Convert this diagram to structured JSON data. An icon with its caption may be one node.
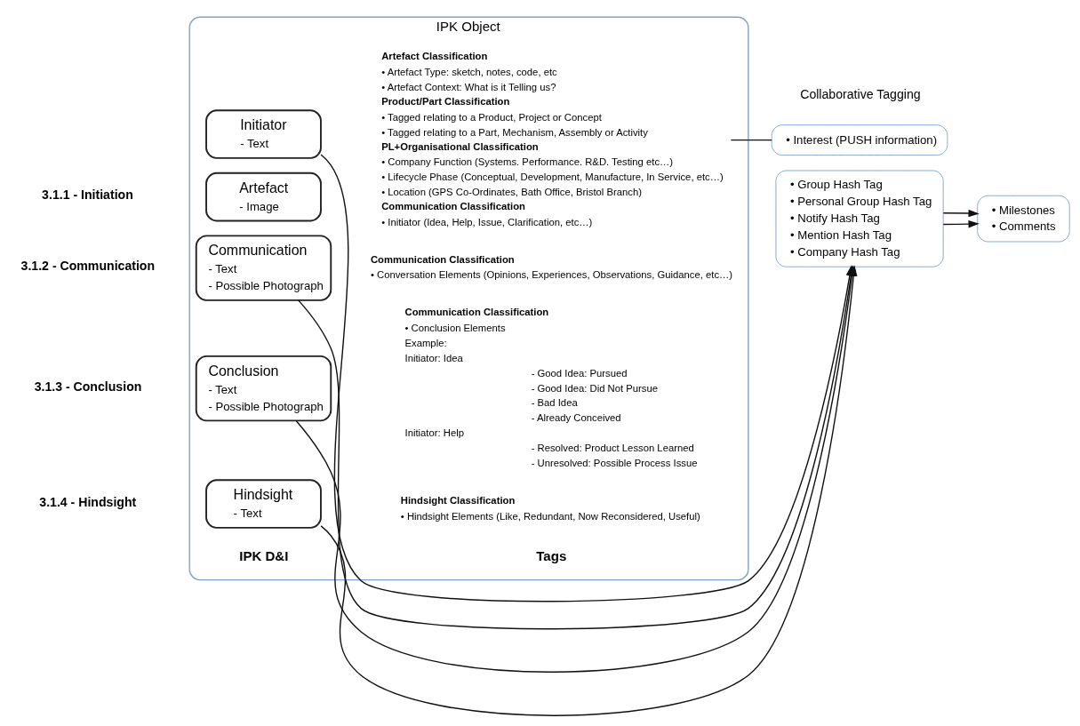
{
  "diagram": {
    "nodes": [
      {
        "text": [
          "IPK Object"
        ]
      },
      {
        "text": [
          "Artefact Classification",
          "• Artefact Type: sketch, notes, code, etc",
          "• Artefact Context: What is it Telling us?",
          "Product/Part Classification",
          "• Tagged relating to a Product, Project or Concept",
          "• Tagged relating to a Part, Mechanism, Assembly or Activity",
          "PL+Organisational Classification",
          "• Company Function (Systems. Performance. R&D. Testing etc…)",
          "• Lifecycle Phase (Conceptual, Development, Manufacture, In Service, etc…)",
          "• Location (GPS Co-Ordinates, Bath Office, Bristol Branch)",
          "Communication Classification",
          "• Initiator (Idea, Help, Issue, Clarification, etc…)"
        ],
        "in": 0
      },
      {
        "text": [
          "Artefact",
          "- Image"
        ],
        "in": 0
      },
      {
        "text": [
          "Initiator",
          "- Text"
        ],
        "in": 0
      },
      {
        "text": [
          "Communication",
          "- Text",
          "- Possible Photograph"
        ],
        "in": 0
      },
      {
        "text": [
          "Conclusion",
          "- Text",
          "- Possible Photograph"
        ],
        "in": 0
      },
      {
        "text": [
          "Hindsight",
          "- Text"
        ],
        "in": 0
      },
      {
        "text": [
          "• Interest (PUSH information)"
        ]
      },
      {
        "text": [
          "• Group Hash Tag",
          "• Personal Group Hash Tag",
          "• Notify Hash Tag",
          "• Mention Hash Tag",
          "• Company Hash Tag"
        ]
      },
      {
        "text": [
          "• Milestones",
          "• Comments"
        ]
      }
    ],
    "edges": [
      {
        "from": 1,
        "to": 7,
        "arrow": "none"
      },
      {
        "from": 3,
        "to": 8,
        "arrow": "to"
      },
      {
        "from": 4,
        "to": 8,
        "arrow": "to"
      },
      {
        "from": 5,
        "to": 8,
        "arrow": "to"
      },
      {
        "from": 6,
        "to": 8,
        "arrow": "to"
      },
      {
        "from": 8,
        "to": 9,
        "arrow": "to"
      },
      {
        "from": 8,
        "to": 9,
        "arrow": "to"
      }
    ],
    "labels": [
      "IPK D&I",
      "Tags",
      "Collaborative Tagging",
      "3.1.1 - Initiation",
      "3.1.2 - Communication",
      "Communication Classification",
      "• Conversation Elements (Opinions, Experiences, Observations, Guidance, etc…)",
      "3.1.3 - Conclusion",
      "Communication Classification",
      "• Conclusion Elements",
      "Example:",
      "Initiator: Idea",
      "- Good Idea: Pursued",
      "- Good Idea: Did Not Pursue",
      "- Bad Idea",
      "- Already Conceived",
      "Initiator: Help",
      "- Resolved: Product Lesson Learned",
      "- Unresolved: Possible Process Issue",
      "3.1.4 - Hindsight",
      "Hindsight Classification",
      "• Hindsight Elements (Like, Redundant, Now Reconsidered, Useful)"
    ]
  }
}
